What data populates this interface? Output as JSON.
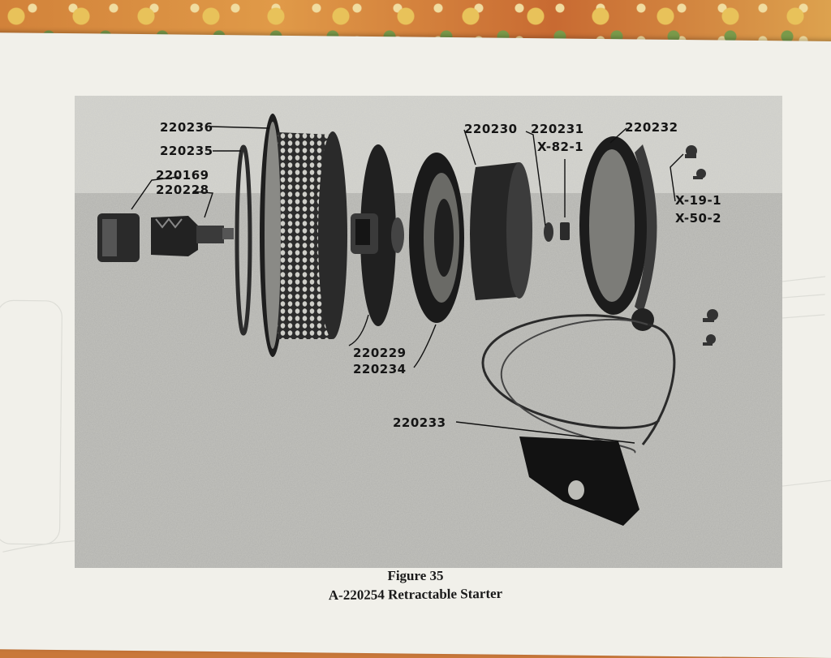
{
  "figure": {
    "number_label": "Figure 35",
    "title": "A-220254 Retractable Starter"
  },
  "parts": [
    {
      "label": "220236"
    },
    {
      "label": "220235"
    },
    {
      "label": "220169"
    },
    {
      "label": "220228"
    },
    {
      "label": "220229"
    },
    {
      "label": "220234"
    },
    {
      "label": "220230"
    },
    {
      "label": "220231"
    },
    {
      "label": "X-82-1"
    },
    {
      "label": "220232"
    },
    {
      "label": "X-19-1"
    },
    {
      "label": "X-50-2"
    },
    {
      "label": "220233"
    }
  ],
  "colors": {
    "paper": "#f1f0ea",
    "plate": "#bdbdb8",
    "ink": "#151515"
  }
}
